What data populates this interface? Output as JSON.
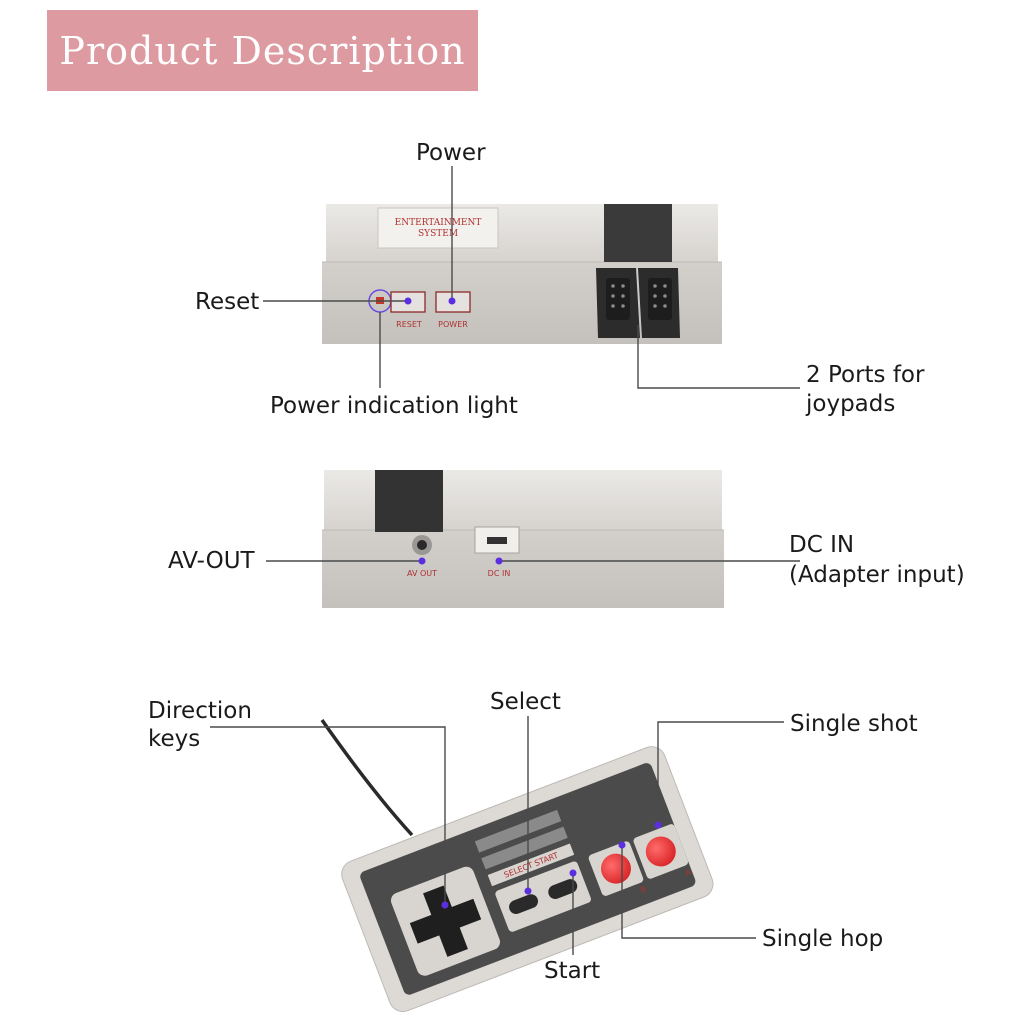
{
  "banner": {
    "title": "Product Description"
  },
  "console_top": {
    "plate_line1": "ENTERTAINMENT",
    "plate_line2": "SYSTEM",
    "reset_button_text": "RESET",
    "power_button_text": "POWER"
  },
  "console_back": {
    "av_port_text": "AV OUT",
    "dc_port_text": "DC IN"
  },
  "controller": {
    "stripe_text": "SELECT   START",
    "b_button_text": "B",
    "a_button_text": "A"
  },
  "callouts": {
    "power": "Power",
    "reset": "Reset",
    "power_indication_light": "Power indication light",
    "ports_line1": "2 Ports for",
    "ports_line2": "joypads",
    "av_out": "AV-OUT",
    "dc_in_line1": "DC IN",
    "dc_in_line2": "(Adapter input)",
    "direction_line1": "Direction",
    "direction_line2": "keys",
    "select": "Select",
    "single_shot": "Single shot",
    "single_hop": "Single hop",
    "start": "Start"
  },
  "colors": {
    "banner": "#dd9aa1",
    "marker": "#5b2ee0",
    "console_body": "#d9d6d3",
    "console_dark": "#3a3a3a",
    "controller_button_red": "#e8393b"
  }
}
